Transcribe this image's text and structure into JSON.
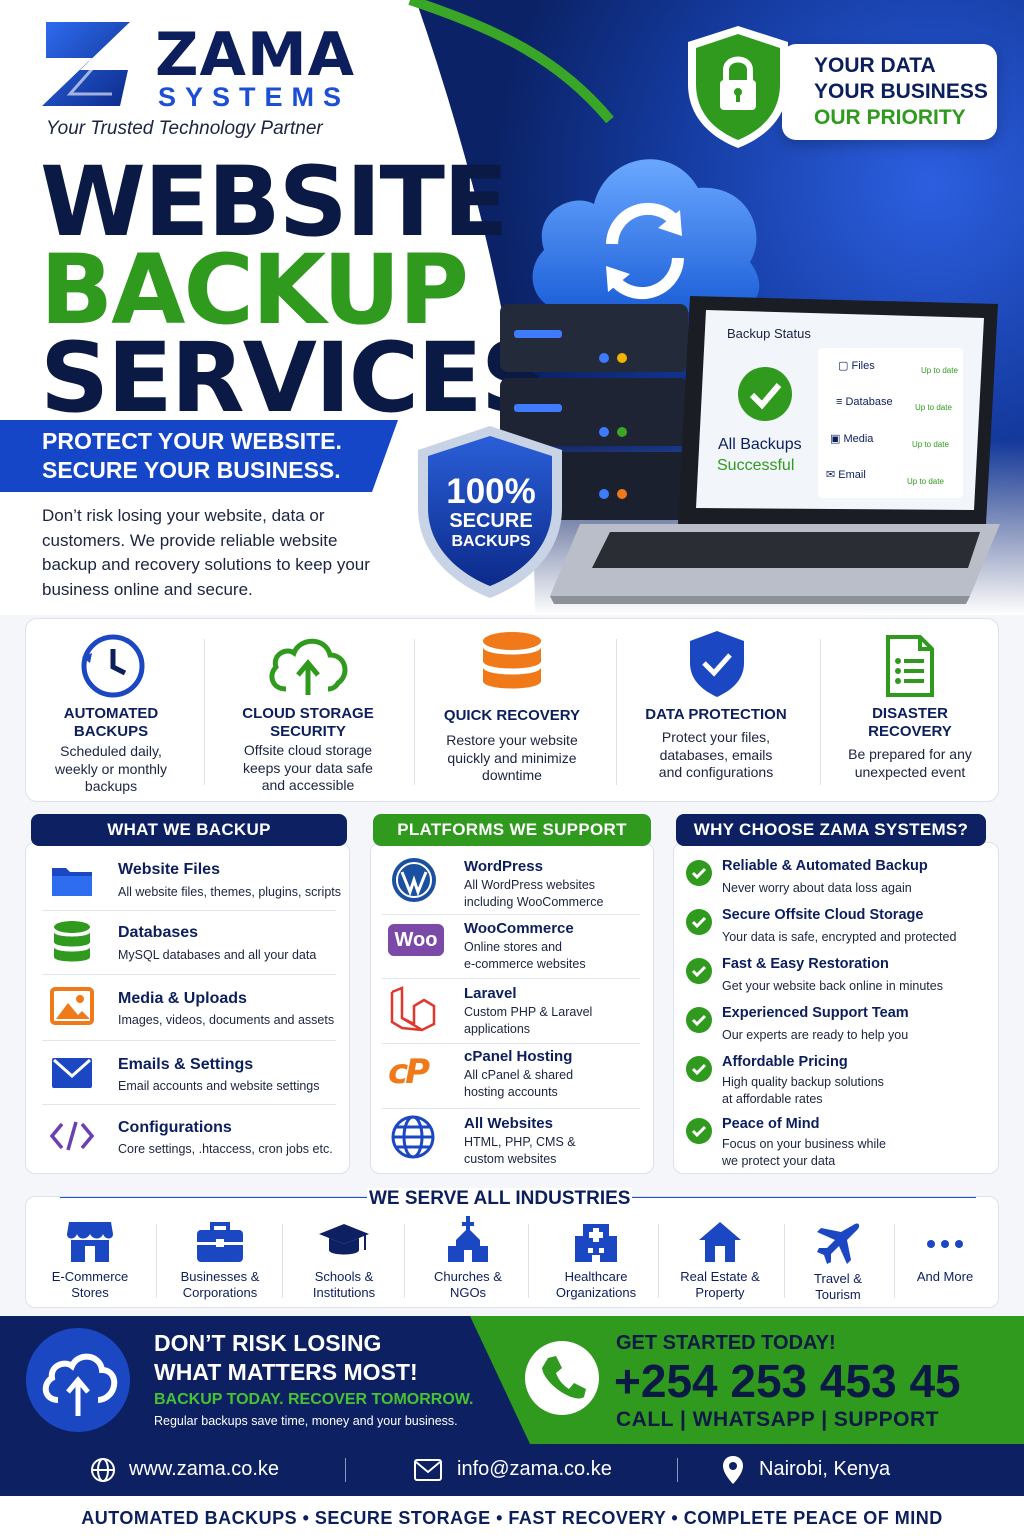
{
  "brand": {
    "name": "ZAMA",
    "sub": "SYSTEMS",
    "tagline": "Your Trusted Technology Partner"
  },
  "hero": {
    "line1": "WEBSITE",
    "line2": "BACKUP",
    "line3": "SERVICES",
    "ribbon1": "PROTECT YOUR WEBSITE.",
    "ribbon2": "SECURE YOUR BUSINESS.",
    "desc": "Don’t risk losing your website, data or customers. We provide reliable website backup and recovery solutions to keep your business online and secure.",
    "priority": [
      "YOUR DATA",
      "YOUR BUSINESS",
      "OUR PRIORITY"
    ],
    "badge": [
      "100%",
      "SECURE",
      "BACKUPS"
    ],
    "status": {
      "title": "Backup Status",
      "main1": "All Backups",
      "main2": "Successful",
      "rows": [
        {
          "label": "Files",
          "state": "Up to date"
        },
        {
          "label": "Database",
          "state": "Up to date"
        },
        {
          "label": "Media",
          "state": "Up to date"
        },
        {
          "label": "Email",
          "state": "Up to date"
        }
      ]
    }
  },
  "features": [
    {
      "t1": "AUTOMATED",
      "t2": "BACKUPS",
      "d": [
        "Scheduled daily,",
        "weekly or monthly",
        "backups"
      ],
      "icon": "clock-icon"
    },
    {
      "t1": "CLOUD STORAGE",
      "t2": "SECURITY",
      "d": [
        "Offsite cloud storage",
        "keeps your data safe",
        "and accessible"
      ],
      "icon": "cloud-upload-icon"
    },
    {
      "t1": "QUICK RECOVERY",
      "t2": "",
      "d": [
        "Restore your website",
        "quickly and minimize",
        "downtime"
      ],
      "icon": "database-icon"
    },
    {
      "t1": "DATA PROTECTION",
      "t2": "",
      "d": [
        "Protect your files,",
        "databases, emails",
        "and configurations"
      ],
      "icon": "shield-check-icon"
    },
    {
      "t1": "DISASTER",
      "t2": "RECOVERY",
      "d": [
        "Be prepared for any",
        "unexpected event"
      ],
      "icon": "document-list-icon"
    }
  ],
  "panels": {
    "backup": {
      "title": "WHAT WE BACKUP",
      "items": [
        {
          "t": "Website Files",
          "d": [
            "All website files, themes, plugins, scripts"
          ]
        },
        {
          "t": "Databases",
          "d": [
            "MySQL databases and all your data"
          ]
        },
        {
          "t": "Media & Uploads",
          "d": [
            "Images, videos, documents and assets"
          ]
        },
        {
          "t": "Emails & Settings",
          "d": [
            "Email accounts and website settings"
          ]
        },
        {
          "t": "Configurations",
          "d": [
            "Core settings, .htaccess, cron jobs etc."
          ]
        }
      ]
    },
    "platforms": {
      "title": "PLATFORMS WE SUPPORT",
      "items": [
        {
          "t": "WordPress",
          "d": [
            "All WordPress websites",
            "including WooCommerce"
          ]
        },
        {
          "t": "WooCommerce",
          "d": [
            "Online stores and",
            "e-commerce websites"
          ]
        },
        {
          "t": "Laravel",
          "d": [
            "Custom PHP & Laravel",
            "applications"
          ]
        },
        {
          "t": "cPanel Hosting",
          "d": [
            "All cPanel & shared",
            "hosting accounts"
          ]
        },
        {
          "t": "All Websites",
          "d": [
            "HTML, PHP, CMS &",
            "custom websites"
          ]
        }
      ],
      "woo_logo": "Woo"
    },
    "why": {
      "title": "WHY CHOOSE ZAMA SYSTEMS?",
      "items": [
        {
          "t": "Reliable & Automated Backup",
          "d": [
            "Never worry about data loss again"
          ]
        },
        {
          "t": "Secure Offsite Cloud Storage",
          "d": [
            "Your data is safe, encrypted and protected"
          ]
        },
        {
          "t": "Fast & Easy Restoration",
          "d": [
            "Get your website back online in minutes"
          ]
        },
        {
          "t": "Experienced Support Team",
          "d": [
            "Our experts are ready to help you"
          ]
        },
        {
          "t": "Affordable Pricing",
          "d": [
            "High quality backup solutions",
            "at affordable rates"
          ]
        },
        {
          "t": "Peace of Mind",
          "d": [
            "Focus on your business while",
            "we protect your data"
          ]
        }
      ]
    }
  },
  "industries": {
    "title": "WE SERVE ALL INDUSTRIES",
    "items": [
      {
        "l1": "E-Commerce",
        "l2": "Stores"
      },
      {
        "l1": "Businesses &",
        "l2": "Corporations"
      },
      {
        "l1": "Schools &",
        "l2": "Institutions"
      },
      {
        "l1": "Churches &",
        "l2": "NGOs"
      },
      {
        "l1": "Healthcare",
        "l2": "Organizations"
      },
      {
        "l1": "Real Estate &",
        "l2": "Property"
      },
      {
        "l1": "Travel &",
        "l2": "Tourism"
      },
      {
        "l1": "And More",
        "l2": ""
      }
    ]
  },
  "cta": {
    "l1": "DON’T RISK LOSING",
    "l2": "WHAT MATTERS MOST!",
    "slogan": "BACKUP TODAY. RECOVER TOMORROW.",
    "small": "Regular backups save time, money and your business.",
    "start": "GET STARTED TODAY!",
    "phone": "+254 253 453 45",
    "channels": "CALL | WHATSAPP | SUPPORT"
  },
  "contact": {
    "web": "www.zama.co.ke",
    "email": "info@zama.co.ke",
    "location": "Nairobi, Kenya"
  },
  "footer": "AUTOMATED BACKUPS • SECURE STORAGE • FAST RECOVERY • COMPLETE PEACE OF MIND",
  "colors": {
    "navy": "#0c1f5c",
    "blue": "#1c4fd6",
    "green": "#2f9a1e"
  }
}
